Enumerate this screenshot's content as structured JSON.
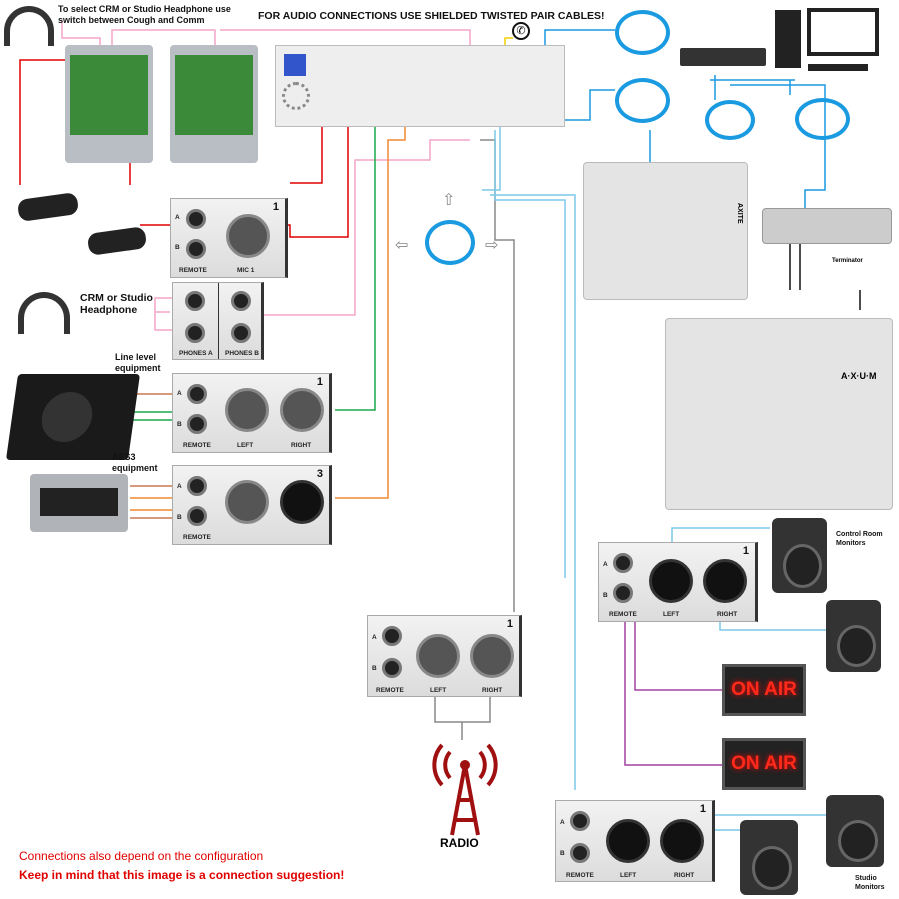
{
  "notes": {
    "headphone_switch": "To select CRM or Studio Headphone use switch between Cough and Comm",
    "cable_warning": "FOR AUDIO CONNECTIONS USE SHIELDED TWISTED PAIR CABLES!",
    "crm_headphone": "CRM or Studio Headphone",
    "line_level": "Line level equipment",
    "aes3": "AES3 equipment",
    "terminator": "Terminator",
    "control_room_monitors": "Control Room Monitors",
    "studio_monitors": "Studio Monitors",
    "radio": "RADIO",
    "config_note": "Connections also depend on the configuration",
    "suggestion_note": "Keep in mind that this image is a connection suggestion!"
  },
  "panels": {
    "mic": {
      "number": "1",
      "a": "A",
      "b": "B",
      "remote": "REMOTE",
      "label": "MIC 1"
    },
    "phones": {
      "a": "PHONES A",
      "b": "PHONES B"
    },
    "line": {
      "number": "1",
      "a": "A",
      "b": "B",
      "remote": "REMOTE",
      "left": "LEFT",
      "right": "RIGHT"
    },
    "aes": {
      "number": "3",
      "a": "A",
      "b": "B",
      "remote": "REMOTE"
    },
    "radio_out": {
      "number": "1",
      "a": "A",
      "b": "B",
      "remote": "REMOTE",
      "left": "LEFT",
      "right": "RIGHT"
    },
    "cr_out": {
      "number": "1",
      "a": "A",
      "b": "B",
      "remote": "REMOTE",
      "left": "LEFT",
      "right": "RIGHT"
    },
    "studio_out": {
      "number": "1",
      "a": "A",
      "b": "B",
      "remote": "REMOTE",
      "left": "LEFT",
      "right": "RIGHT"
    }
  },
  "signs": {
    "on_air_1": "ON AIR",
    "on_air_2": "ON AIR"
  },
  "surfaces": {
    "axite": "AXITE",
    "axum": "A·X·U·M"
  },
  "colors": {
    "mic": "#e00000",
    "headphone": "#f4a6c8",
    "line": "#1aa84a",
    "aes": "#f08a30",
    "network": "#1a9ae0",
    "monitor": "#7cc8e8",
    "remote": "#a040a0",
    "phone": "#f0d000"
  }
}
